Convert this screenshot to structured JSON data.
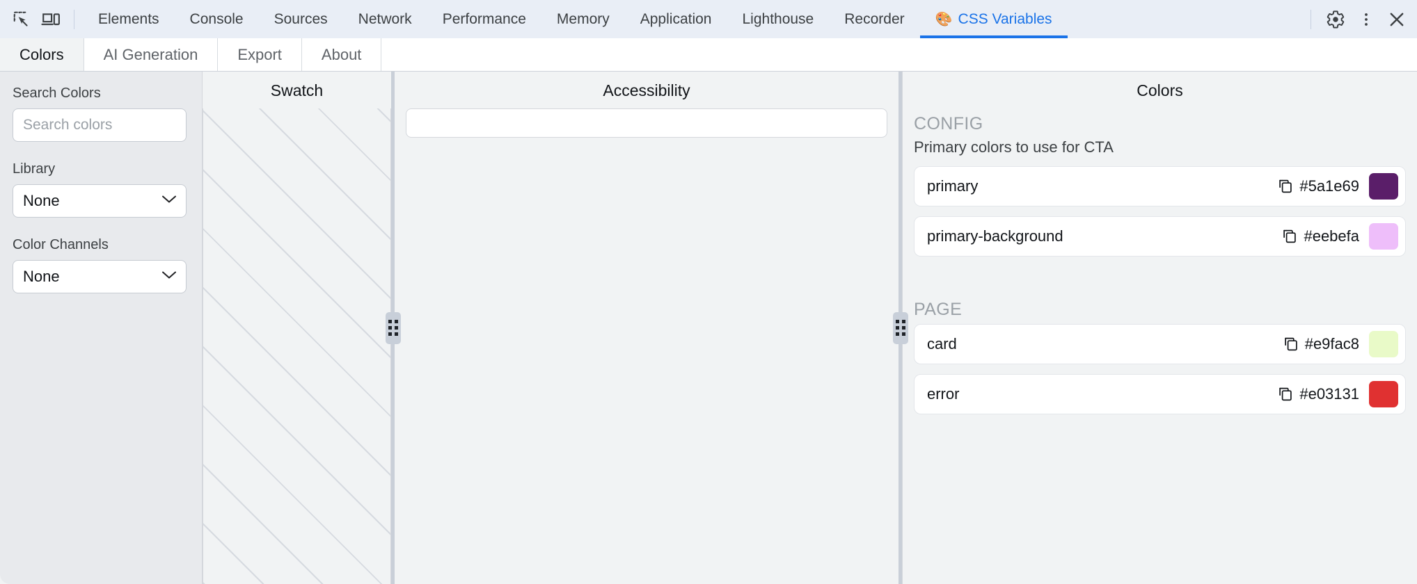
{
  "devtools": {
    "left_icons": [
      {
        "name": "inspect-element-icon",
        "label": "Inspect element"
      },
      {
        "name": "device-toolbar-icon",
        "label": "Toggle device toolbar"
      }
    ],
    "tabs": [
      {
        "label": "Elements",
        "active": false
      },
      {
        "label": "Console",
        "active": false
      },
      {
        "label": "Sources",
        "active": false
      },
      {
        "label": "Network",
        "active": false
      },
      {
        "label": "Performance",
        "active": false
      },
      {
        "label": "Memory",
        "active": false
      },
      {
        "label": "Application",
        "active": false
      },
      {
        "label": "Lighthouse",
        "active": false
      },
      {
        "label": "Recorder",
        "active": false
      },
      {
        "label": "CSS Variables",
        "active": true,
        "emoji": "🎨"
      }
    ],
    "right_icons": [
      {
        "name": "settings-gear-icon",
        "label": "Settings"
      },
      {
        "name": "more-options-icon",
        "label": "More options"
      },
      {
        "name": "close-icon",
        "label": "Close DevTools"
      }
    ],
    "accent_color": "#1a73e8",
    "toolbar_background": "#e9eef6"
  },
  "subtabs": [
    {
      "label": "Colors",
      "active": true
    },
    {
      "label": "AI Generation",
      "active": false
    },
    {
      "label": "Export",
      "active": false
    },
    {
      "label": "About",
      "active": false
    }
  ],
  "sidebar": {
    "search": {
      "label": "Search Colors",
      "placeholder": "Search colors",
      "value": ""
    },
    "library": {
      "label": "Library",
      "value": "None"
    },
    "color_channels": {
      "label": "Color Channels",
      "value": "None"
    }
  },
  "swatch_panel": {
    "title": "Swatch"
  },
  "accessibility_panel": {
    "title": "Accessibility",
    "input_value": "",
    "input_placeholder": ""
  },
  "colors_panel": {
    "title": "Colors",
    "groups": [
      {
        "name": "CONFIG",
        "description": "Primary colors to use for CTA",
        "rows": [
          {
            "variable": "primary",
            "hex": "#5a1e69"
          },
          {
            "variable": "primary-background",
            "hex": "#eebefa"
          }
        ]
      },
      {
        "name": "PAGE",
        "description": "",
        "rows": [
          {
            "variable": "card",
            "hex": "#e9fac8"
          },
          {
            "variable": "error",
            "hex": "#e03131"
          }
        ]
      }
    ]
  },
  "resizers": [
    {
      "name": "swatch-accessibility-resizer"
    },
    {
      "name": "accessibility-colors-resizer"
    }
  ]
}
